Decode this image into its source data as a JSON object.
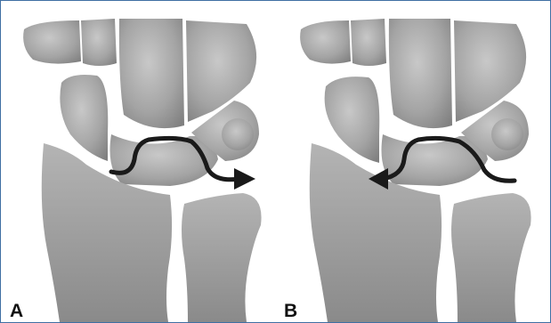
{
  "figure": {
    "panels": [
      {
        "id": "A",
        "label": "A",
        "arrow_direction": "right"
      },
      {
        "id": "B",
        "label": "B",
        "arrow_direction": "left"
      }
    ],
    "colors": {
      "bone_light": "#c4c4c4",
      "bone_mid": "#a0a0a0",
      "bone_dark": "#7c7c7c",
      "arrow": "#1a1a1a",
      "frame": "#3f6fa3",
      "background": "#ffffff"
    }
  }
}
